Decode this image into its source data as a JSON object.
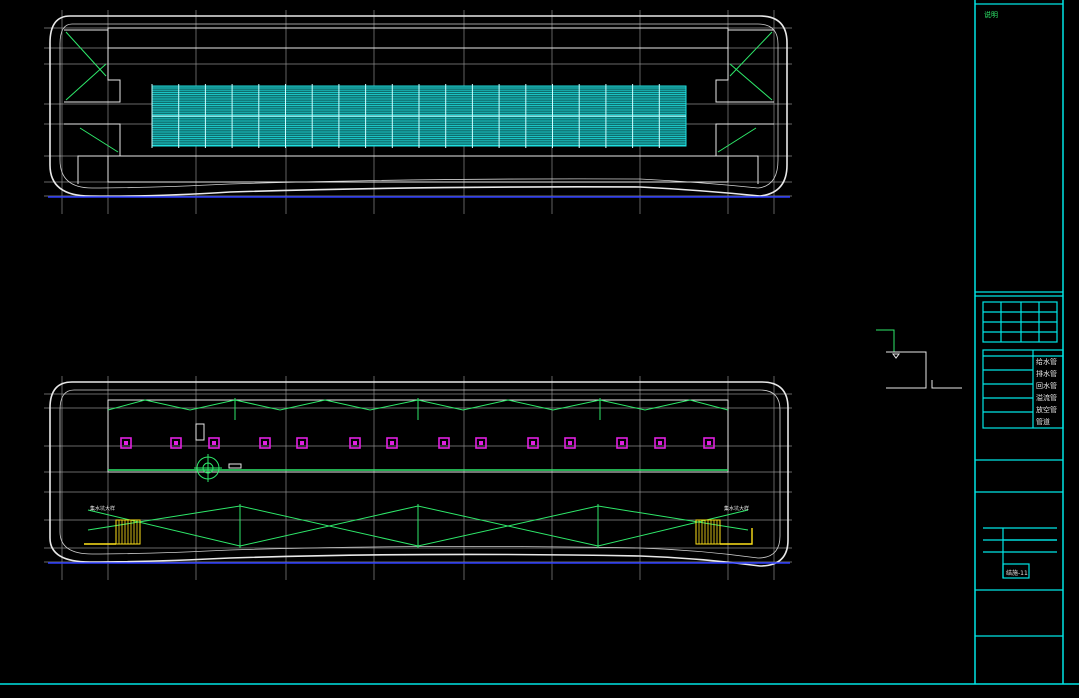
{
  "colors": {
    "background": "#000000",
    "frame": "#00e5e5",
    "wall": "#e8e8e8",
    "grid": "#8c8c8c",
    "cyan_fill": "#1fe0e0",
    "green": "#2ee86a",
    "magenta": "#e020e0",
    "yellow": "#ffe21a",
    "blue": "#2b3bff",
    "thin_gray": "#6f6f6f"
  },
  "plans": [
    {
      "id": "upper-plan",
      "content": "hatched-tank-block"
    },
    {
      "id": "lower-plan",
      "content": "zigzag-pipes-and-equipment"
    }
  ],
  "title_block": {
    "top_label": "说明",
    "legend_labels": [
      "给水管",
      "排水管",
      "回水管",
      "溢流管",
      "放空管",
      "管道"
    ],
    "drawing_number": "结施-11"
  },
  "side_detail": {
    "kind": "water-level-section"
  },
  "lower_plan_labels": {
    "left": "集水坑大样",
    "right": "集水坑大样"
  }
}
